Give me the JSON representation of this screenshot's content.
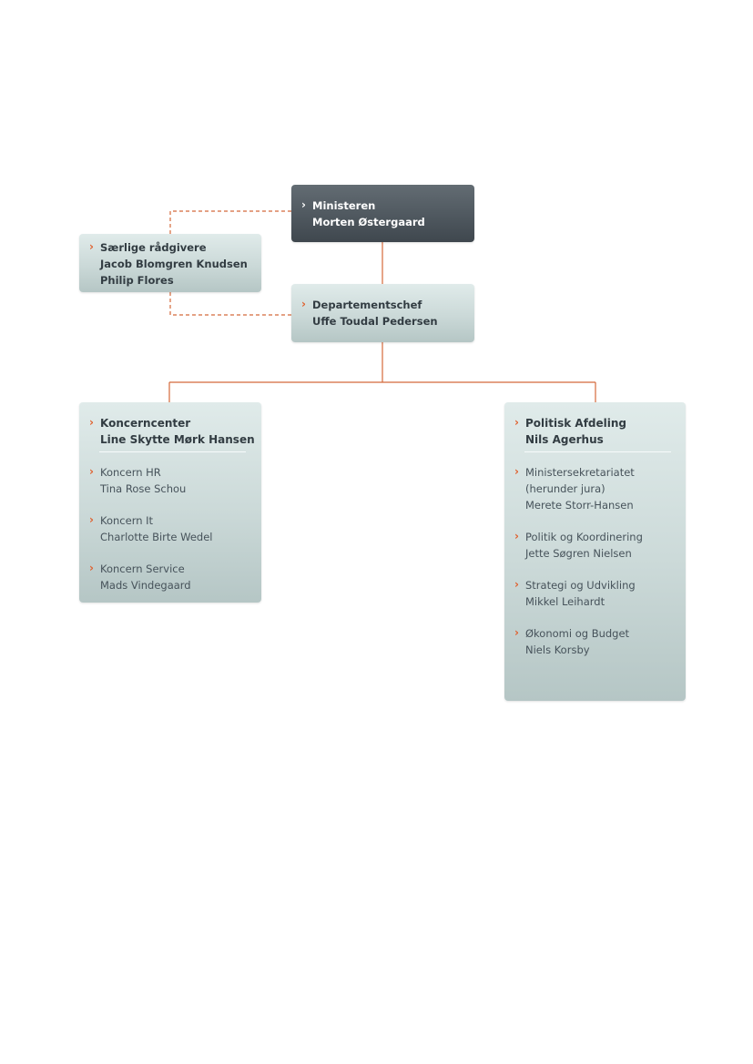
{
  "minister": {
    "role": "Ministeren",
    "name": "Morten Østergaard"
  },
  "advisers": {
    "role": "Særlige rådgivere",
    "names": [
      "Jacob Blomgren Knudsen",
      "Philip Flores"
    ]
  },
  "deputy": {
    "role": "Departementschef",
    "name": "Uffe Toudal Pedersen"
  },
  "koncerncenter": {
    "title": "Koncerncenter",
    "head": "Line Skytte Mørk Hansen",
    "units": [
      {
        "name": "Koncern HR",
        "person": "Tina Rose Schou"
      },
      {
        "name": "Koncern It",
        "person": "Charlotte Birte Wedel"
      },
      {
        "name": "Koncern Service",
        "person": "Mads Vindegaard"
      }
    ]
  },
  "politisk": {
    "title": "Politisk Afdeling",
    "head": "Nils Agerhus",
    "units": [
      {
        "name": "Ministersekretariatet",
        "note": "(herunder jura)",
        "person": "Merete Storr-Hansen"
      },
      {
        "name": "Politik og Koordinering",
        "person": "Jette Søgren Nielsen"
      },
      {
        "name": "Strategi og Udvikling",
        "person": "Mikkel Leihardt"
      },
      {
        "name": "Økonomi og Budget",
        "person": "Niels Korsby"
      }
    ]
  },
  "colors": {
    "accent": "#e0602e",
    "connector": "#d4693a",
    "dark_box": "#4f585f",
    "light_box": "#cbd9d8",
    "text": "#323c42"
  },
  "icons": {
    "bullet": "chevron-right-icon"
  }
}
